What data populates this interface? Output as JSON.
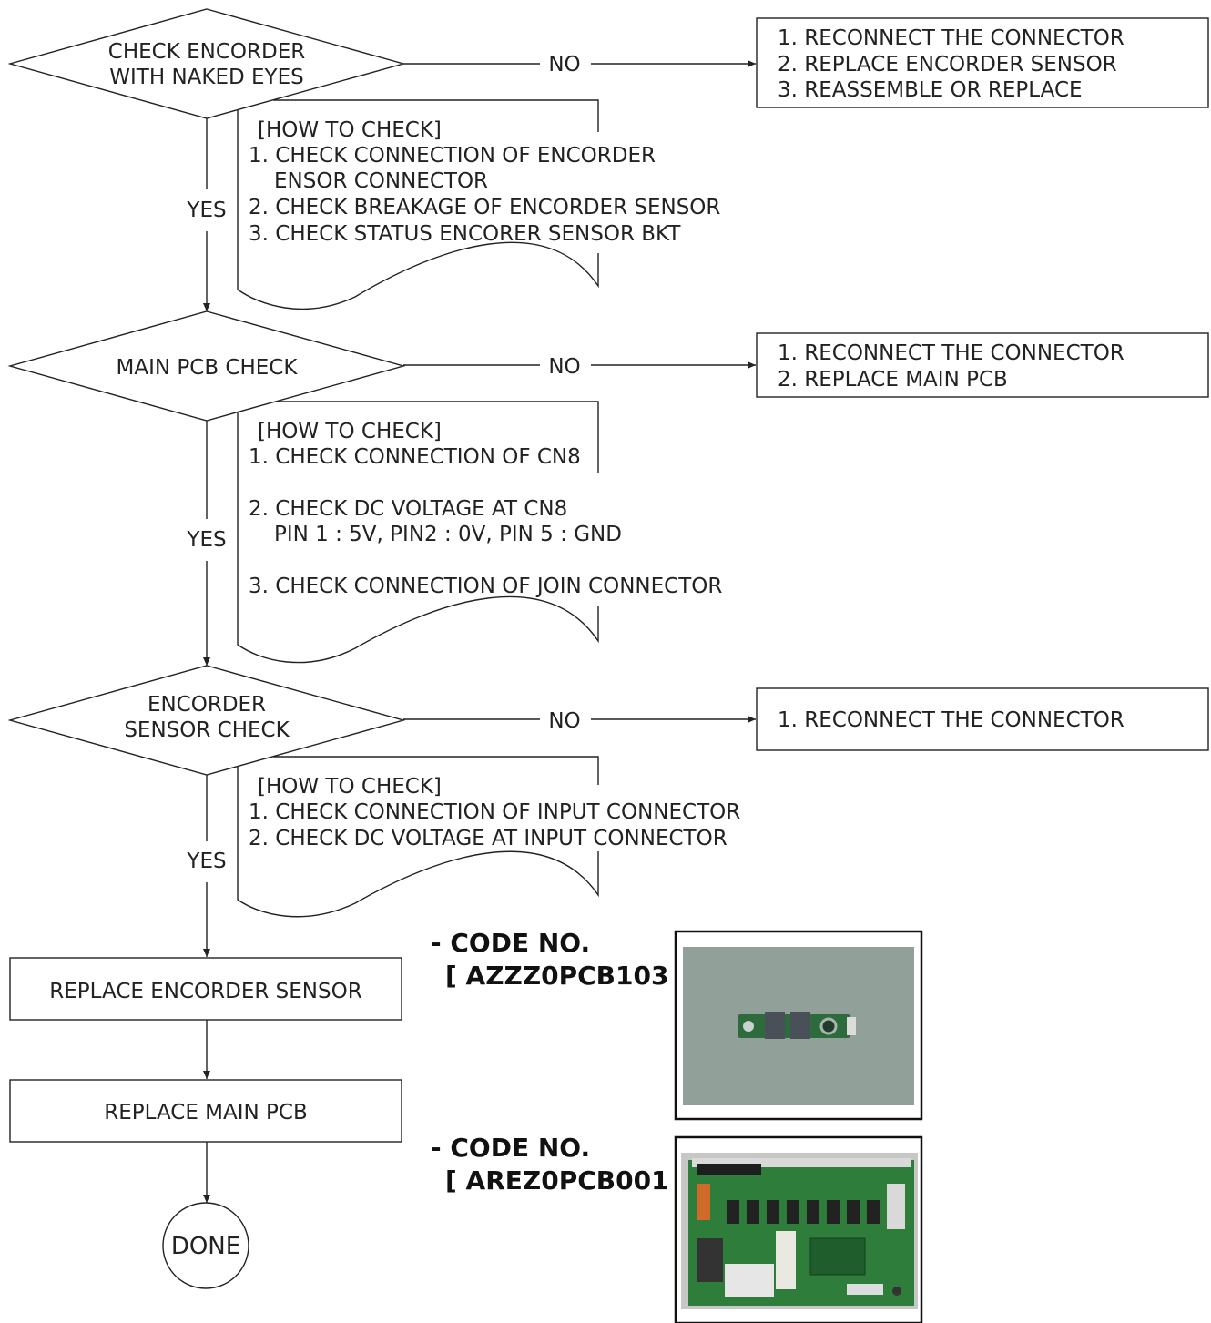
{
  "flow": {
    "decision1": {
      "lines": [
        "CHECK ENCORDER",
        "WITH NAKED EYES"
      ]
    },
    "decision2": {
      "lines": [
        "MAIN PCB CHECK"
      ]
    },
    "decision3": {
      "lines": [
        "ENCORDER",
        "SENSOR CHECK"
      ]
    },
    "no_label": "NO",
    "yes_label": "YES",
    "action1": {
      "lines": [
        "1. RECONNECT THE CONNECTOR",
        "2. REPLACE ENCORDER SENSOR",
        "3. REASSEMBLE OR REPLACE"
      ]
    },
    "action2": {
      "lines": [
        "1. RECONNECT THE CONNECTOR",
        "2. REPLACE MAIN PCB"
      ]
    },
    "action3": {
      "lines": [
        "1. RECONNECT THE CONNECTOR"
      ]
    },
    "note1": {
      "lines": [
        "[HOW TO CHECK]",
        "1. CHECK CONNECTION OF ENCORDER",
        "ENSOR CONNECTOR",
        "2. CHECK BREAKAGE OF ENCORDER SENSOR",
        "3. CHECK STATUS ENCORER SENSOR BKT"
      ]
    },
    "note2": {
      "lines": [
        "[HOW TO CHECK]",
        "1. CHECK CONNECTION OF CN8",
        "2. CHECK DC VOLTAGE AT CN8",
        "PIN 1 : 5V, PIN2 : 0V, PIN 5 : GND",
        "3. CHECK CONNECTION OF JOIN CONNECTOR"
      ]
    },
    "note3": {
      "lines": [
        "[HOW TO CHECK]",
        "1. CHECK CONNECTION OF INPUT CONNECTOR",
        "2. CHECK DC VOLTAGE AT INPUT CONNECTOR"
      ]
    },
    "step1": "REPLACE ENCORDER SENSOR",
    "step2": "REPLACE MAIN PCB",
    "terminal": "DONE"
  },
  "parts": {
    "sensor": {
      "code_label": "- CODE NO.",
      "code": "[ AZZZ0PCB103 ]",
      "photo": "encoder-sensor-board-photo"
    },
    "pcb": {
      "code_label": "- CODE NO.",
      "code": "[ AREZ0PCB001 ]",
      "photo": "main-pcb-photo"
    }
  },
  "colors": {
    "line": "#222222",
    "photo_bg": "#8a9a92",
    "pcb_green": "#2f7d3a"
  }
}
